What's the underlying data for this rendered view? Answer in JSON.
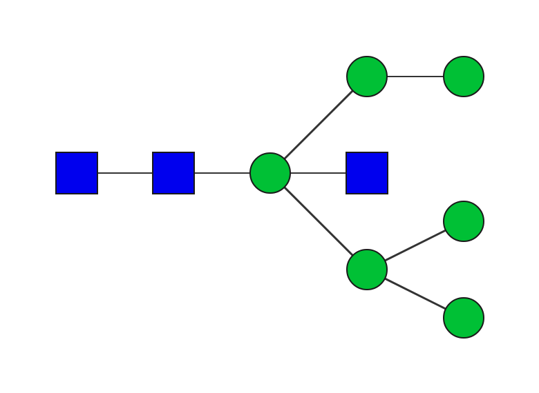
{
  "diagram": {
    "type": "glycan-structure",
    "colors": {
      "square_fill": "#0000ee",
      "circle_fill": "#00c035",
      "outline": "#1a1a1a",
      "edge": "#333333",
      "background": "#ffffff"
    },
    "nodes": [
      {
        "id": "n1",
        "shape": "square",
        "color": "blue"
      },
      {
        "id": "n2",
        "shape": "square",
        "color": "blue"
      },
      {
        "id": "n3",
        "shape": "circle",
        "color": "green"
      },
      {
        "id": "n4",
        "shape": "circle",
        "color": "green"
      },
      {
        "id": "n5",
        "shape": "circle",
        "color": "green"
      },
      {
        "id": "n6",
        "shape": "square",
        "color": "blue"
      },
      {
        "id": "n7",
        "shape": "circle",
        "color": "green"
      },
      {
        "id": "n8",
        "shape": "circle",
        "color": "green"
      },
      {
        "id": "n9",
        "shape": "circle",
        "color": "green"
      }
    ],
    "edges": [
      {
        "from": "n1",
        "to": "n2"
      },
      {
        "from": "n2",
        "to": "n3"
      },
      {
        "from": "n3",
        "to": "n4"
      },
      {
        "from": "n4",
        "to": "n5"
      },
      {
        "from": "n3",
        "to": "n6"
      },
      {
        "from": "n3",
        "to": "n7"
      },
      {
        "from": "n7",
        "to": "n8"
      },
      {
        "from": "n7",
        "to": "n9"
      }
    ]
  }
}
